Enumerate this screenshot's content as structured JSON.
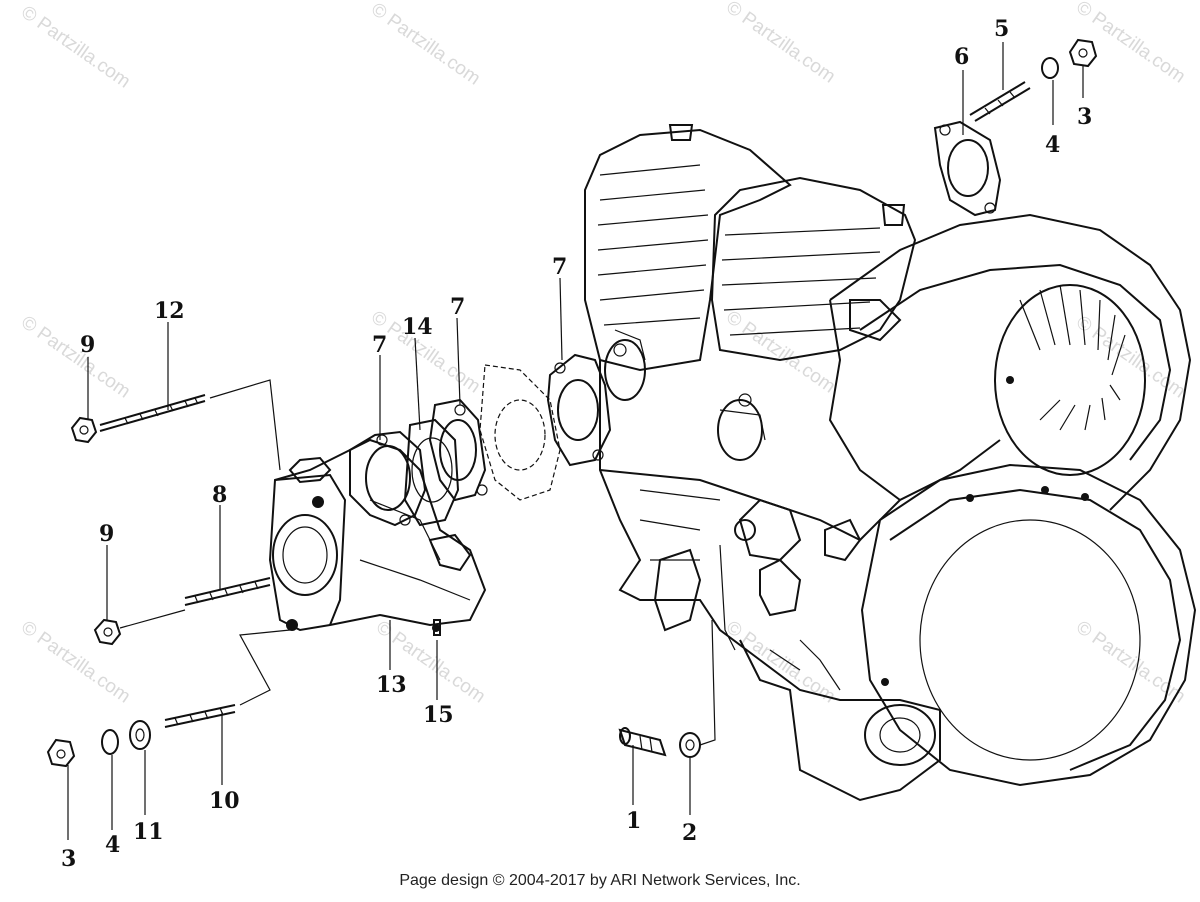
{
  "watermark": "© Partzilla.com",
  "footer": "Page design © 2004-2017 by ARI Network Services, Inc.",
  "callouts": {
    "c1": "1",
    "c2": "2",
    "c3a": "3",
    "c3b": "3",
    "c4a": "4",
    "c4b": "4",
    "c5": "5",
    "c6": "6",
    "c7a": "7",
    "c7b": "7",
    "c7c": "7",
    "c8": "8",
    "c9a": "9",
    "c9b": "9",
    "c10": "10",
    "c11": "11",
    "c12": "12",
    "c13": "13",
    "c14": "14",
    "c15": "15"
  }
}
